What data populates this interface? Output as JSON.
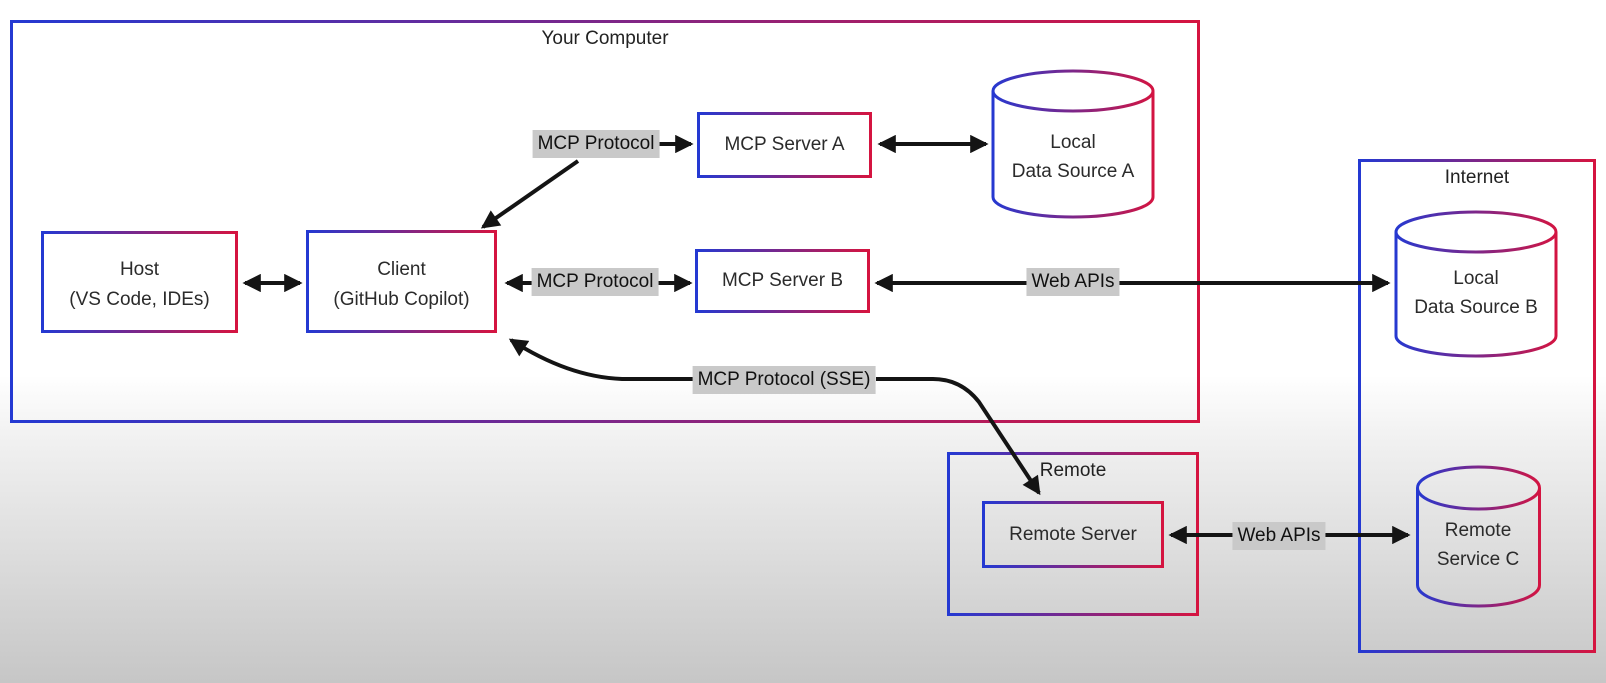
{
  "palette": {
    "border_blue": "#2439d2",
    "border_red": "#d51440",
    "arrow_black": "#141414",
    "edge_label_bg": "#c9c9c9",
    "text": "#2b2b2b",
    "background_top": "#ffffff",
    "background_bottom": "#c6c6c6"
  },
  "groups": {
    "your_computer": {
      "label": "Your Computer"
    },
    "internet": {
      "label": "Internet"
    },
    "remote": {
      "label": "Remote"
    }
  },
  "nodes": {
    "host": {
      "line1": "Host",
      "line2": "(VS Code, IDEs)"
    },
    "client": {
      "line1": "Client",
      "line2": "(GitHub Copilot)"
    },
    "mcp_server_a": {
      "label": "MCP Server A"
    },
    "mcp_server_b": {
      "label": "MCP Server B"
    },
    "remote_server": {
      "label": "Remote Server"
    }
  },
  "datastores": {
    "local_data_source_a": {
      "line1": "Local",
      "line2": "Data Source A"
    },
    "local_data_source_b": {
      "line1": "Local",
      "line2": "Data Source B"
    },
    "remote_service_c": {
      "line1": "Remote",
      "line2": "Service C"
    }
  },
  "edge_labels": {
    "mcp_protocol_a": "MCP Protocol",
    "mcp_protocol_b": "MCP Protocol",
    "web_apis_b": "Web APIs",
    "mcp_protocol_sse": "MCP Protocol (SSE)",
    "web_apis_c": "Web APIs"
  }
}
